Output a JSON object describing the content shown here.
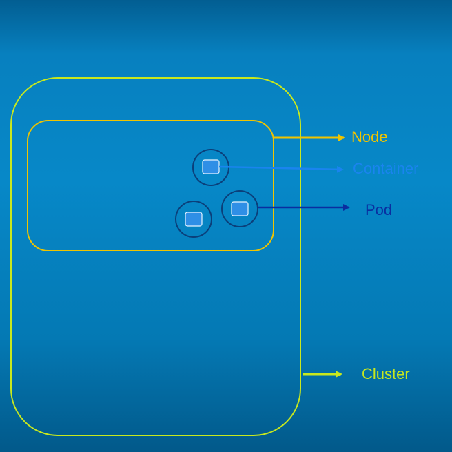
{
  "labels": {
    "node": "Node",
    "container": "Container",
    "pod": "Pod",
    "cluster": "Cluster"
  },
  "colors": {
    "cluster": "#c8e81e",
    "node": "#f0c400",
    "container": "#1a84ee",
    "pod": "#0a2ea0",
    "pod_ring": "#0b3f7a",
    "container_fill": "#2f8fe6",
    "container_stroke": "#e8f4ff"
  }
}
